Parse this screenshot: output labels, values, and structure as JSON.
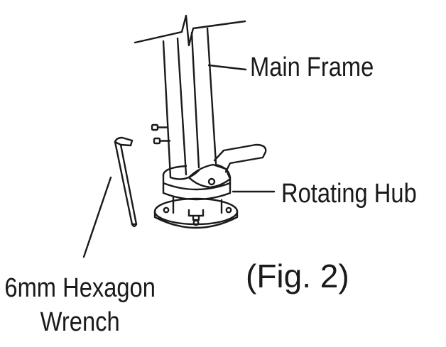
{
  "labels": {
    "main_frame": "Main Frame",
    "rotating_hub": "Rotating Hub",
    "wrench_line1": "6mm Hexagon",
    "wrench_line2": "Wrench",
    "figure_caption": "(Fig. 2)"
  },
  "colors": {
    "line": "#1a1a1a",
    "background": "#ffffff"
  }
}
